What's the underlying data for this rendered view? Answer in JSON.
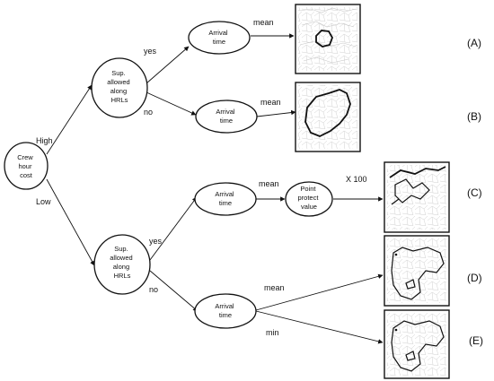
{
  "nodes": {
    "crew_cost": [
      "Crew",
      "hour",
      "cost"
    ],
    "sup_high": [
      "Sup.",
      "allowed",
      "along",
      "HRLs"
    ],
    "sup_low": [
      "Sup.",
      "allowed",
      "along",
      "HRLs"
    ],
    "arrival_a": [
      "Arrival",
      "time"
    ],
    "arrival_b": [
      "Arrival",
      "time"
    ],
    "arrival_c": [
      "Arrival",
      "time"
    ],
    "arrival_de": [
      "Arrival",
      "time"
    ],
    "point_protect": [
      "Point",
      "protect",
      "value"
    ]
  },
  "edge_labels": {
    "high": "High",
    "low": "Low",
    "yes_high": "yes",
    "no_high": "no",
    "yes_low": "yes",
    "no_low": "no",
    "mean_a": "mean",
    "mean_b": "mean",
    "mean_c": "mean",
    "x100": "X 100",
    "mean_d": "mean",
    "min_e": "min"
  },
  "panels": {
    "a": "(A)",
    "b": "(B)",
    "c": "(C)",
    "d": "(D)",
    "e": "(E)"
  }
}
